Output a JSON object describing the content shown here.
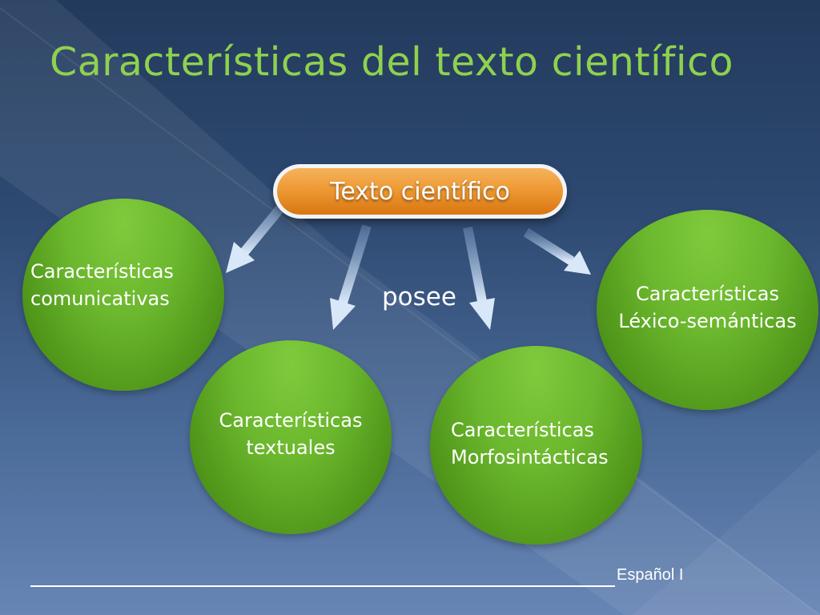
{
  "slide": {
    "title": "Características del texto científico",
    "footer": "Español I"
  },
  "diagram": {
    "central": "Texto científico",
    "connector_label": "posee",
    "nodes": [
      {
        "line1": "Características",
        "line2": "comunicativas"
      },
      {
        "line1": "Características",
        "line2": "textuales"
      },
      {
        "line1": "Características",
        "line2": "Morfosintácticas"
      },
      {
        "line1": "Características",
        "line2": "Léxico-semánticas"
      }
    ]
  },
  "colors": {
    "title": "#8fd14f",
    "node_green": "#6bb72d",
    "central_orange": "#ee9a35",
    "arrow": "#b9d3ee"
  }
}
